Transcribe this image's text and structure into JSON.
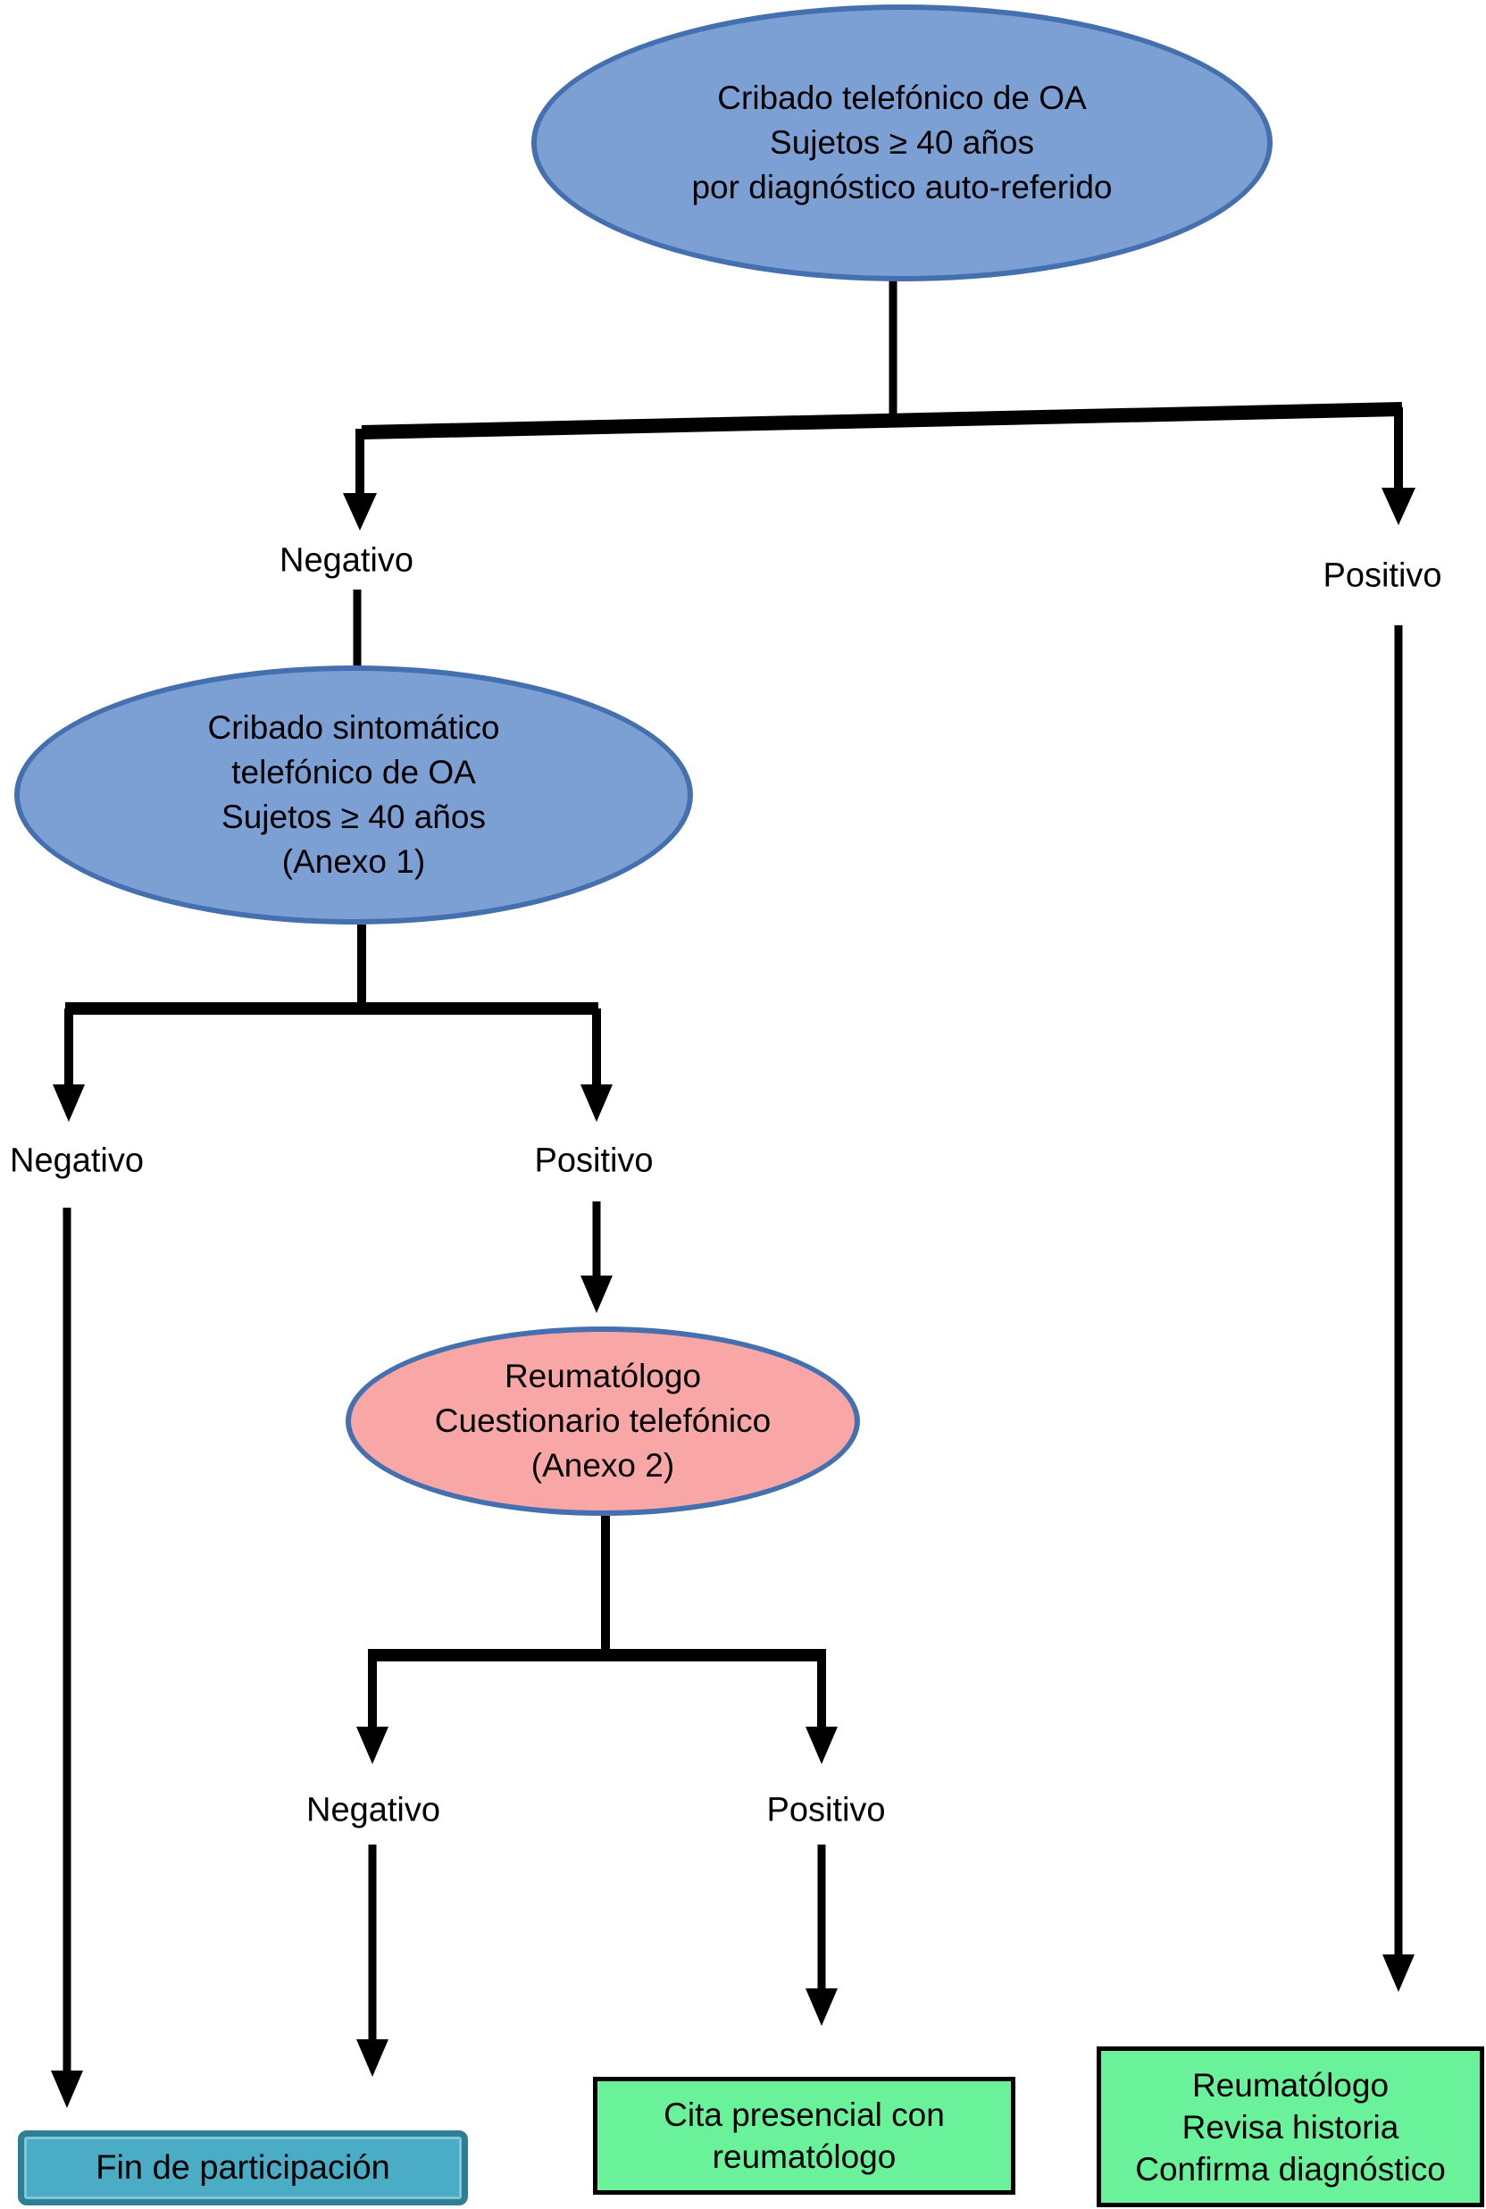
{
  "colors": {
    "node_blue": "#7CA0D4",
    "node_blue_border": "#4470B0",
    "node_pink": "#F9A7A6",
    "node_pink_border": "#4470B0",
    "teal_fill": "#4BACC6",
    "teal_border": "#2E7E96",
    "green_fill": "#6AF29B",
    "green_border": "#000000",
    "line": "#000000",
    "text": "#000000",
    "bg": "#FFFFFF"
  },
  "nodes": {
    "screen_self_reported": {
      "lines": [
        "Cribado telefónico de OA",
        "Sujetos ≥ 40 años",
        "por diagnóstico auto-referido"
      ]
    },
    "screen_symptomatic": {
      "lines": [
        "Cribado sintomático",
        "telefónico de OA",
        "Sujetos ≥ 40 años",
        "(Anexo 1)"
      ]
    },
    "rheumatologist_questionnaire": {
      "lines": [
        "Reumatólogo",
        "Cuestionario telefónico",
        "(Anexo 2)"
      ]
    },
    "end_participation": {
      "lines": [
        "Fin de participación"
      ]
    },
    "in_person_appointment": {
      "lines": [
        "Cita presencial con",
        "reumatólogo"
      ]
    },
    "confirm_diagnosis": {
      "lines": [
        "Reumatólogo",
        "Revisa historia",
        "Confirma diagnóstico"
      ]
    }
  },
  "labels": {
    "level1_negative": "Negativo",
    "level1_positive": "Positivo",
    "level2_negative": "Negativo",
    "level2_positive": "Positivo",
    "level3_negative": "Negativo",
    "level3_positive": "Positivo"
  }
}
